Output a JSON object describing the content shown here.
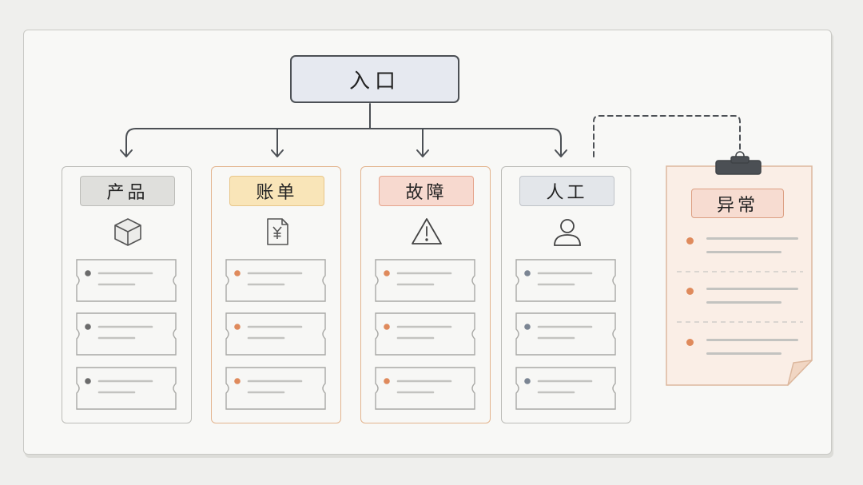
{
  "entry": {
    "label": "入口"
  },
  "columns": [
    {
      "key": "product",
      "label": "产品",
      "label_bg": "#dfdfdc",
      "label_border": "#bdbdb9",
      "bullet_color": "#6b6b6b",
      "icon": "cube-icon"
    },
    {
      "key": "billing",
      "label": "账单",
      "label_bg": "#f9e5b8",
      "label_border": "#e8c68a",
      "bullet_color": "#df8a5c",
      "icon": "invoice-yen-icon"
    },
    {
      "key": "fault",
      "label": "故障",
      "label_bg": "#f7d9cf",
      "label_border": "#e5a48c",
      "bullet_color": "#df8a5c",
      "icon": "warning-triangle-icon"
    },
    {
      "key": "human",
      "label": "人工",
      "label_bg": "#e3e6ea",
      "label_border": "#bfc3c8",
      "bullet_color": "#7b8593",
      "icon": "person-icon"
    }
  ],
  "exception": {
    "label": "异常",
    "bullet_color": "#df8a5c",
    "paper_color": "#faeee6",
    "icon": "clipboard-clip-icon"
  },
  "colors": {
    "line": "#4c5055",
    "accent_border": "#e3b48e"
  }
}
